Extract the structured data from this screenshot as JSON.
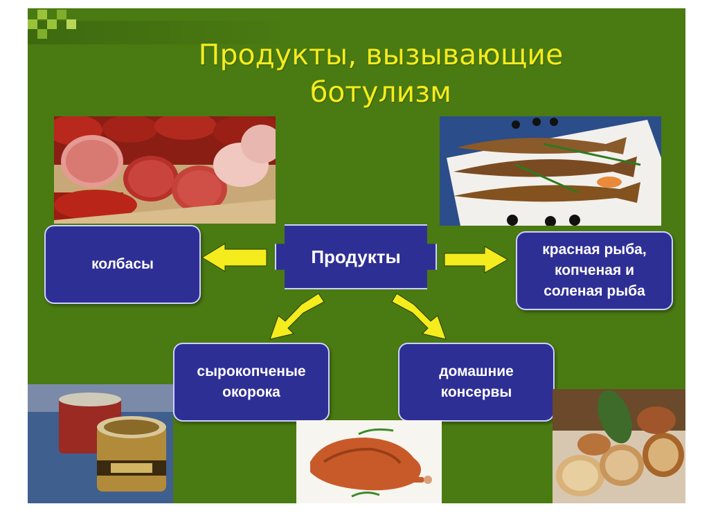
{
  "slide": {
    "title": "Продукты, вызывающие ботулизм",
    "colors": {
      "background": "#4a7a12",
      "title": "#f4ec1c",
      "box": "#2e2f95",
      "arrow": "#f4ec1c"
    }
  },
  "center_node": {
    "label": "Продукты"
  },
  "nodes": {
    "sausages": {
      "label": "колбасы"
    },
    "fish": {
      "label_line1": "красная рыба,",
      "label_line2": "копченая и",
      "label_line3": "соленая рыба"
    },
    "ham": {
      "label_line1": "сырокопченые",
      "label_line2": "окорока"
    },
    "canned": {
      "label_line1": "домашние",
      "label_line2": "консервы"
    }
  },
  "photos": {
    "sausages": "sausages-photo",
    "fish": "smoked-fish-photo",
    "cans": "canned-fish-photo",
    "chicken": "smoked-chicken-photo",
    "rolls": "meat-rolls-photo"
  }
}
